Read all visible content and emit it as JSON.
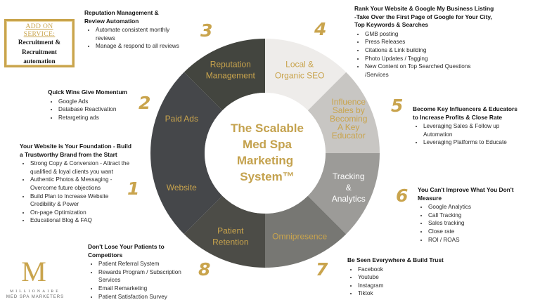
{
  "addon": {
    "header_line1": "ADD ON",
    "header_line2": "SERVICE:",
    "body_line1": "Recruitment &",
    "body_line2": "Recruitment",
    "body_line3": "automation"
  },
  "center": {
    "line1": "The Scalable",
    "line2": "Med Spa",
    "line3": "Marketing",
    "line4": "System™"
  },
  "colors": {
    "gold": "#c9a44d",
    "dark_segment": "#43453f",
    "light_segment": "#eeecea",
    "mid_light_segment": "#c8c6c3",
    "mid_segment": "#9c9b98",
    "omni_segment": "#777773",
    "retention_segment": "#4c4c47"
  },
  "segments": [
    {
      "number": "1",
      "label_lines": [
        "Website"
      ],
      "color": "#45474a",
      "label_color": "#c9a44d"
    },
    {
      "number": "2",
      "label_lines": [
        "Paid Ads"
      ],
      "color": "#45474a",
      "label_color": "#c9a44d"
    },
    {
      "number": "3",
      "label_lines": [
        "Reputation",
        "Management"
      ],
      "color": "#43453f",
      "label_color": "#c9a44d"
    },
    {
      "number": "4",
      "label_lines": [
        "Local &",
        "Organic SEO"
      ],
      "color": "#eeecea",
      "label_color": "#c9a44d"
    },
    {
      "number": "5",
      "label_lines": [
        "Influence",
        "Sales by",
        "Becoming",
        "A Key",
        "Educator"
      ],
      "color": "#c8c6c3",
      "label_color": "#c9a44d"
    },
    {
      "number": "6",
      "label_lines": [
        "Tracking",
        "&",
        "Analytics"
      ],
      "color": "#9c9b98",
      "label_color": "#ffffff"
    },
    {
      "number": "7",
      "label_lines": [
        "Omnipresence"
      ],
      "color": "#777773",
      "label_color": "#c9a44d"
    },
    {
      "number": "8",
      "label_lines": [
        "Patient",
        "Retention"
      ],
      "color": "#4c4c47",
      "label_color": "#c9a44d"
    }
  ],
  "blocks": {
    "b1": {
      "title_lines": [
        "Your Website is Your Foundation - Build",
        "a Trustworthy Brand from the Start"
      ],
      "items": [
        "Strong Copy & Conversion - Attract the qualified & loyal clients you want",
        "Authentic Photos & Messaging - Overcome future objections",
        "Build Plan to Increase Website Credibility & Power",
        "On-page Optimization",
        "Educational Blog & FAQ"
      ]
    },
    "b2": {
      "title_lines": [
        "Quick Wins Give Momentum"
      ],
      "items": [
        "Google Ads",
        "Database Reactivation",
        "Retargeting ads"
      ]
    },
    "b3": {
      "title_lines": [
        "Reputation Management &",
        "Review Automation"
      ],
      "items": [
        "Automate consistent monthly reviews",
        "Manage & respond to all reviews"
      ]
    },
    "b4": {
      "title_lines": [
        "Rank Your Website & Google My Business Listing",
        "-Take Over the First Page of Google for Your City,",
        "Top Keywords & Searches"
      ],
      "items": [
        "GMB posting",
        "Press Releases",
        "Citations & Link building",
        "Photo Updates / Tagging",
        "New Content on Top Searched Questions /Services"
      ]
    },
    "b5": {
      "title_lines": [
        "Become Key Influencers & Educators",
        "to Increase Profits & Close Rate"
      ],
      "items": [
        "Leveraging Sales & Follow up Automation",
        "Leveraging Platforms to Educate"
      ]
    },
    "b6": {
      "title_lines": [
        "You Can't Improve What You Don't",
        "Measure"
      ],
      "items": [
        "Google Analytics",
        "Call Tracking",
        "Sales tracking",
        "Close rate",
        "ROI / ROAS"
      ]
    },
    "b7": {
      "title_lines": [
        "Be Seen Everywhere & Build Trust"
      ],
      "items": [
        "Facebook",
        "Youtube",
        "Instagram",
        "Tiktok"
      ]
    },
    "b8": {
      "title_lines": [
        "Don't Lose Your Patients to",
        "Competitors"
      ],
      "items": [
        "Patient Referral System",
        "Rewards Program / Subscription Services",
        "Email Remarketing",
        "Patient Satisfaction Survey"
      ]
    }
  },
  "numbers": [
    "1",
    "2",
    "3",
    "4",
    "5",
    "6",
    "7",
    "8"
  ],
  "logo": {
    "mark": "M",
    "line1": "MILLIONAIRE",
    "line2": "MED SPA MARKETERS"
  }
}
